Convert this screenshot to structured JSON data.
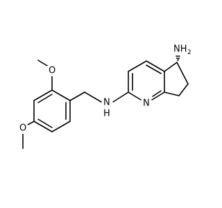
{
  "molecule": {
    "atoms": {
      "nh2": "NH",
      "nh2_sub": "2",
      "ring_n": "N",
      "amine_nh": "N",
      "amine_h": "H",
      "methoxy_top": "O",
      "methoxy_bottom": "O"
    },
    "colors": {
      "bond": "#000000",
      "label": "#000000",
      "background": "#ffffff"
    }
  }
}
